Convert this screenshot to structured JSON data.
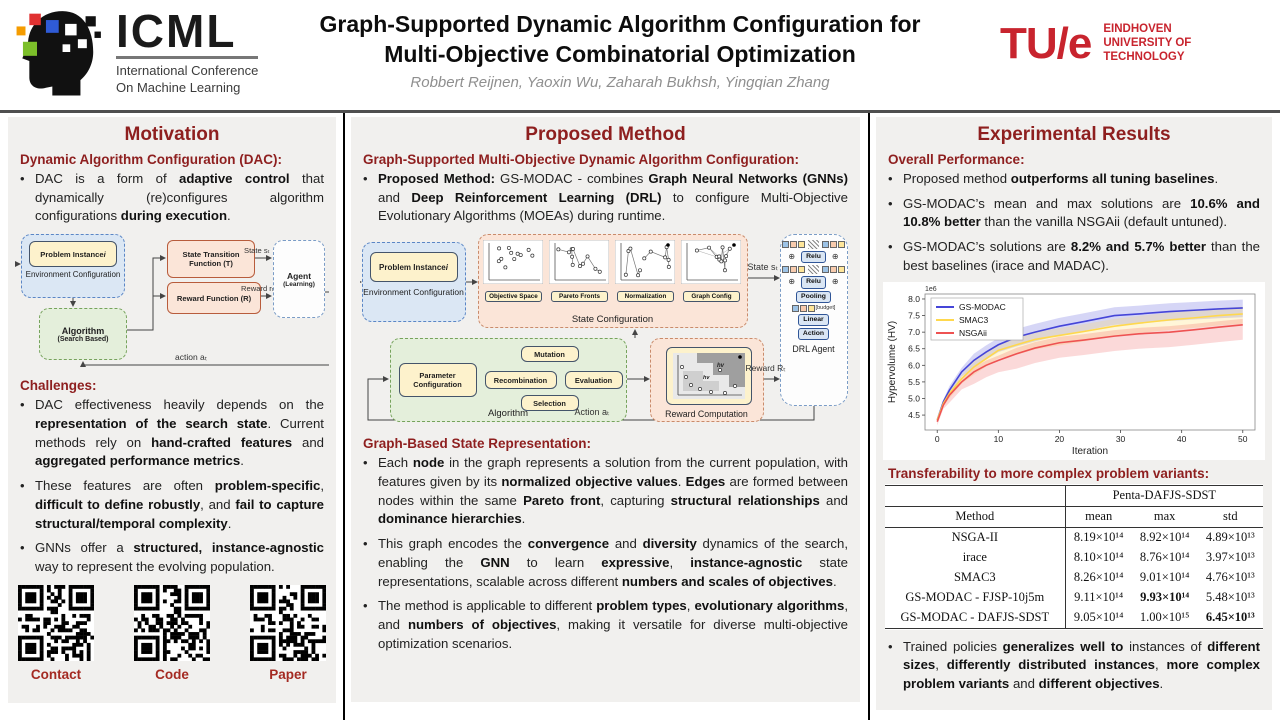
{
  "header": {
    "icml": {
      "acronym": "ICML",
      "sub1": "International Conference",
      "sub2": "On Machine Learning"
    },
    "title_line1": "Graph-Supported Dynamic Algorithm Configuration for",
    "title_line2": "Multi-Objective Combinatorial Optimization",
    "authors": "Robbert Reijnen, Yaoxin Wu, Zaharah Bukhsh, Yingqian Zhang",
    "tue": {
      "mark": "TU/e",
      "sub1": "EINDHOVEN",
      "sub2": "UNIVERSITY OF",
      "sub3": "TECHNOLOGY"
    }
  },
  "colors": {
    "accent": "#8e1f1f",
    "panel": "#f1f0ee",
    "tue_red": "#c8242e"
  },
  "motivation": {
    "title": "Motivation",
    "dac_heading": "Dynamic Algorithm Configuration (DAC):",
    "dac_bullet": "DAC is a form of <b>adaptive control</b> that dynamically (re)configures algorithm configurations <b>during execution</b>.",
    "diagram": {
      "problem_instance": "Problem Instance <i>i</i>",
      "env_caption": "Environment Configuration",
      "algorithm": "Algorithm",
      "algorithm_sub": "(Search Based)",
      "stf": "State Transition Function  (T)",
      "rf": "Reward Function (R)",
      "agent": "Agent",
      "agent_sub": "(Learning)",
      "state_label": "State sₜ",
      "reward_label": "Reward rₜ",
      "action_label": "action aₜ"
    },
    "challenges_heading": "Challenges:",
    "challenges": [
      "DAC effectiveness heavily depends on the <b>representation of the search state</b>. Current methods rely on <b>hand-crafted features</b> and <b>aggregated performance metrics</b>.",
      "These features are often <b>problem-specific</b>, <b>difficult to define robustly</b>, and <b>fail to capture structural/temporal complexity</b>.",
      "GNNs offer a <b>structured, instance-agnostic</b> way to represent the evolving population."
    ],
    "qr_labels": [
      "Contact",
      "Code",
      "Paper"
    ]
  },
  "method": {
    "title": "Proposed Method",
    "heading": "Graph-Supported Multi-Objective Dynamic Algorithm Configuration:",
    "intro_bullet": "<b>Proposed Method:</b> GS-MODAC - combines <b>Graph Neural Networks (GNNs)</b> and <b>Deep Reinforcement Learning (DRL)</b> to configure Multi-Objective Evolutionary Algorithms (MOEAs) during runtime.",
    "diagram": {
      "problem_instance": "Problem Instance <i>i</i>",
      "env_caption": "Environment Configuration",
      "state_plots": [
        "Objective Space",
        "Pareto Fronts",
        "Normalization",
        "Graph Config"
      ],
      "state_caption": "State Configuration",
      "algo": {
        "param": "Parameter Configuration",
        "recombination": "Recombination",
        "mutation": "Mutation",
        "evaluation": "Evaluation",
        "selection": "Selection",
        "caption": "Algorithm"
      },
      "reward_caption": "Reward Computation",
      "reward_best": "hv<sub>best</sub>",
      "reward_cur": "hv<sub>t</sub>",
      "drl": {
        "relu": "Relu",
        "pooling": "Pooling",
        "linear": "Linear",
        "action": "Action",
        "budget": "[budget]",
        "caption": "DRL Agent"
      },
      "state_label": "State sₜ",
      "reward_label": "Reward Rₜ",
      "action_label": "Action aₜ"
    },
    "gbsr_heading": "Graph-Based State Representation:",
    "gbsr_bullets": [
      "Each <b>node</b> in the graph represents a solution from the current population, with features given by its <b>normalized objective values</b>. <b>Edges</b> are formed between nodes within the same <b>Pareto front</b>, capturing <b>structural relationships</b> and <b>dominance hierarchies</b>.",
      "This graph encodes the <b>convergence</b> and <b>diversity</b> dynamics of the search, enabling the <b>GNN</b> to learn <b>expressive</b>, <b>instance-agnostic</b> state representations, scalable across different <b>numbers and scales of objectives</b>.",
      "The method is applicable to different <b>problem types</b>, <b>evolutionary algorithms</b>, and <b>numbers of objectives</b>, making it versatile for diverse multi-objective optimization scenarios."
    ]
  },
  "results": {
    "title": "Experimental Results",
    "overall_heading": "Overall Performance:",
    "overall_bullets": [
      "Proposed method <b>outperforms all tuning baselines</b>.",
      "GS-MODAC’s mean and max solutions are <b>10.6% and 10.8% better</b> than the vanilla NSGAii (default untuned).",
      "GS-MODAC’s solutions are <b>8.2% and 5.7% better</b> than the best baselines (irace and MADAC)."
    ],
    "transfer_heading": "Transferability to more complex problem variants:",
    "table": {
      "group_header": "Penta-DAFJS-SDST",
      "columns": [
        "Method",
        "mean",
        "max",
        "std"
      ],
      "rows": [
        [
          "NSGA-II",
          "8.19×10¹⁴",
          "8.92×10¹⁴",
          "4.89×10¹³"
        ],
        [
          "irace",
          "8.10×10¹⁴",
          "8.76×10¹⁴",
          "3.97×10¹³"
        ],
        [
          "SMAC3",
          "8.26×10¹⁴",
          "9.01×10¹⁴",
          "4.76×10¹³"
        ],
        [
          "GS-MODAC - FJSP-10j5m",
          "9.11×10¹⁴",
          "9.93×10¹⁴",
          "5.48×10¹³"
        ],
        [
          "GS-MODAC - DAFJS-SDST",
          "9.05×10¹⁴",
          "1.00×10¹⁵",
          "6.45×10¹³"
        ]
      ],
      "bold_cells": [
        [
          3,
          1
        ],
        [
          4,
          2
        ]
      ]
    },
    "final_bullet": "Trained policies <b>generalizes well to</b> instances of <b>different sizes</b>, <b>differently distributed instances</b>, <b>more complex problem variants</b> and <b>different objectives</b>."
  },
  "chart_data": {
    "type": "line",
    "title": "",
    "xlabel": "Iteration",
    "ylabel": "Hypervolume (HV)",
    "offset_label": "1e6",
    "xticks": [
      0,
      10,
      20,
      30,
      40,
      50
    ],
    "yticks": [
      4.5,
      5.0,
      5.5,
      6.0,
      6.5,
      7.0,
      7.5,
      8.0
    ],
    "xlim": [
      -2,
      52
    ],
    "ylim": [
      4.05,
      8.15
    ],
    "legend_position": "upper left",
    "grid": false,
    "x": [
      0,
      1,
      2,
      4,
      6,
      8,
      10,
      13,
      16,
      20,
      24,
      29,
      33,
      38,
      42,
      46,
      50
    ],
    "series": [
      {
        "name": "GS-MODAC",
        "color": "#4545d8",
        "band": [
          0.25,
          0.28
        ],
        "values": [
          4.35,
          4.9,
          5.25,
          5.8,
          6.15,
          6.4,
          6.62,
          6.85,
          7.0,
          7.18,
          7.32,
          7.5,
          7.55,
          7.62,
          7.66,
          7.7,
          7.73
        ]
      },
      {
        "name": "SMAC3",
        "color": "#ffd84d",
        "band": [
          0.22,
          0.3
        ],
        "values": [
          4.35,
          4.85,
          5.15,
          5.6,
          5.95,
          6.2,
          6.45,
          6.62,
          6.78,
          6.9,
          7.02,
          7.18,
          7.27,
          7.37,
          7.43,
          7.5,
          7.55
        ]
      },
      {
        "name": "NSGAii",
        "color": "#ee5252",
        "band": [
          0.18,
          0.45
        ],
        "values": [
          4.3,
          4.8,
          5.1,
          5.5,
          5.8,
          6.0,
          6.15,
          6.35,
          6.52,
          6.68,
          6.76,
          6.88,
          6.95,
          7.0,
          7.07,
          7.15,
          7.22
        ]
      }
    ]
  }
}
